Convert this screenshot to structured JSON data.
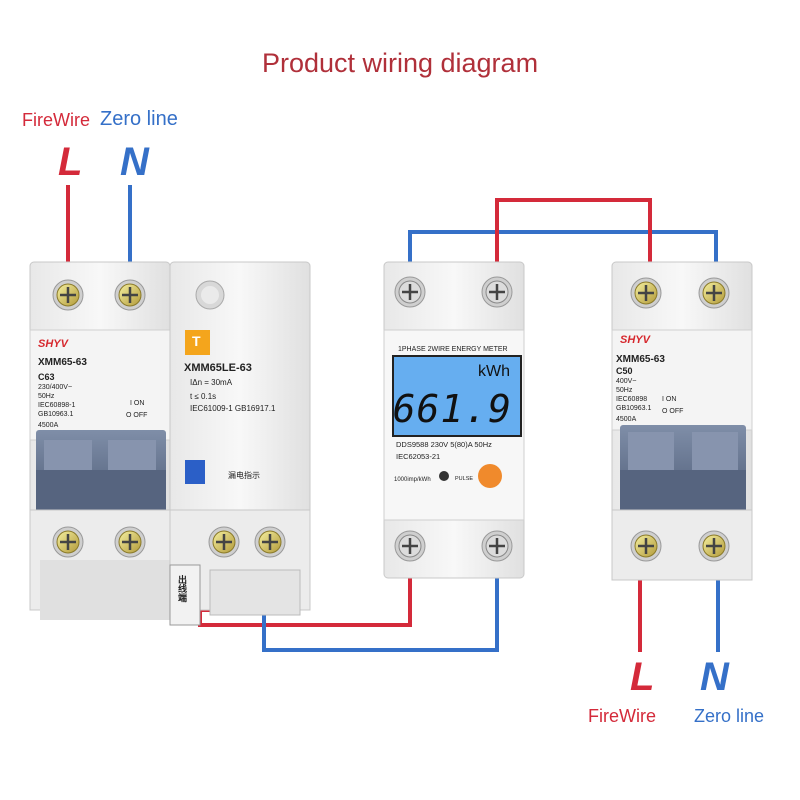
{
  "title": "Product wiring diagram",
  "input": {
    "live_label": "FireWire",
    "neutral_label": "Zero line",
    "live_symbol": "L",
    "neutral_symbol": "N"
  },
  "output": {
    "live_label": "FireWire",
    "neutral_label": "Zero line",
    "live_symbol": "L",
    "neutral_symbol": "N"
  },
  "breaker_left": {
    "brand": "SHYV",
    "model": "XMM65-63",
    "rating": "C63",
    "specs": [
      "230/400V~",
      "50Hz",
      "IEC60898-1",
      "GB10963.1",
      "4500A"
    ],
    "on_label": "I ON",
    "off_label": "O OFF"
  },
  "rcd": {
    "model": "XMM65LE-63",
    "specs": [
      "IΔn = 30mA",
      "t  ≤ 0.1s",
      "IEC61009-1 GB16917.1"
    ],
    "indicator": "漏电指示",
    "test_button": "T",
    "outlet_tag": "出线端"
  },
  "meter": {
    "header": "1PHASE 2WIRE ENERGY METER",
    "unit": "kWh",
    "reading": "661.9",
    "specs_line1": "DDS9588  230V  5(80)A  50Hz",
    "specs_line2": "IEC62053-21",
    "impulse": "1000imp/kWh",
    "pulse": "PULSE"
  },
  "breaker_right": {
    "brand": "SHYV",
    "model": "XMM65-63",
    "rating": "C50",
    "specs": [
      "400V~",
      "50Hz",
      "IEC60898",
      "GB10963.1",
      "4500A"
    ],
    "on_label": "I ON",
    "off_label": "O OFF"
  },
  "colors": {
    "live": "#d42a3a",
    "neutral": "#3570c8",
    "title": "#b0303a",
    "lcd": "#66aef0"
  }
}
